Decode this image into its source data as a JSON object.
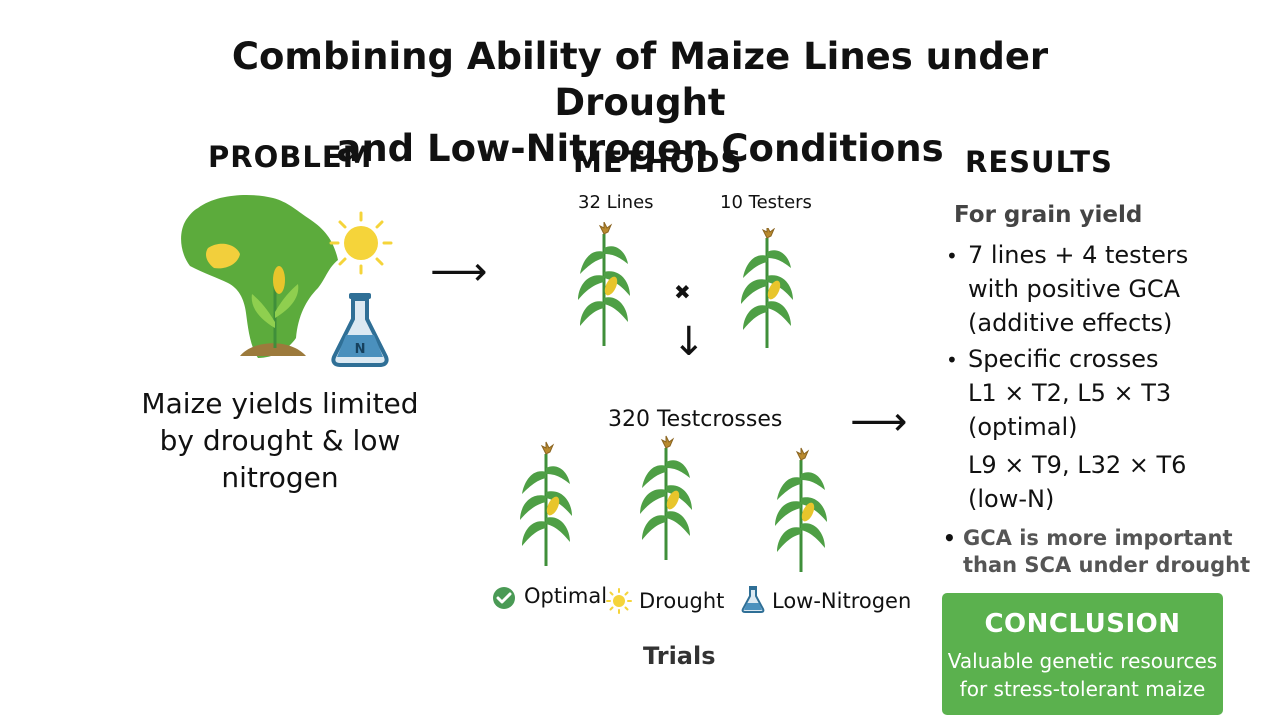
{
  "title_line1": "Combining Ability of Maize Lines under Drought",
  "title_line2": "and Low-Nitrogen Conditions",
  "problem": {
    "heading": "PROBLEM",
    "text_line1": "Maize yields limited",
    "text_line2": "by drought & low",
    "text_line3": "nitrogen",
    "flask_label": "N"
  },
  "methods": {
    "heading": "METHODS",
    "lines_label": "32 Lines",
    "testers_label": "10 Testers",
    "cross_symbol": "✖",
    "testcrosses_label": "320 Testcrosses",
    "legend": {
      "optimal": "Optimal",
      "drought": "Drought",
      "low_nitrogen": "Low-Nitrogen"
    },
    "trials_label": "Trials"
  },
  "results": {
    "heading": "RESULTS",
    "subheading": "For grain yield",
    "bullet1_line1": "7 lines + 4 testers",
    "bullet1_line2": "with positive GCA",
    "bullet1_line3": "(additive effects)",
    "bullet2_line1": "Specific crosses",
    "bullet2_line2": "L1 × T2, L5 × T3",
    "bullet2_line3": "(optimal)",
    "bullet2_line4": "L9 × T9, L32 × T6",
    "bullet2_line5": "(low-N)",
    "bullet3_line1": "GCA is more important",
    "bullet3_line2": "than SCA under drought"
  },
  "conclusion": {
    "heading": "CONCLUSION",
    "text_line1": "Valuable genetic resources",
    "text_line2": "for stress-tolerant maize"
  },
  "arrows": {
    "right": "⟶",
    "down": "↓"
  },
  "colors": {
    "africa_green": "#5cab3c",
    "sun_yellow": "#f5d43a",
    "flask_blue": "#2f6f96",
    "plant_green": "#3f8f3a",
    "conclusion_bg": "#5bb14e",
    "check_green": "#4a9a55"
  },
  "icons": [
    "africa-map-icon",
    "sun-icon",
    "flask-icon",
    "maize-plant-icon",
    "check-icon"
  ]
}
